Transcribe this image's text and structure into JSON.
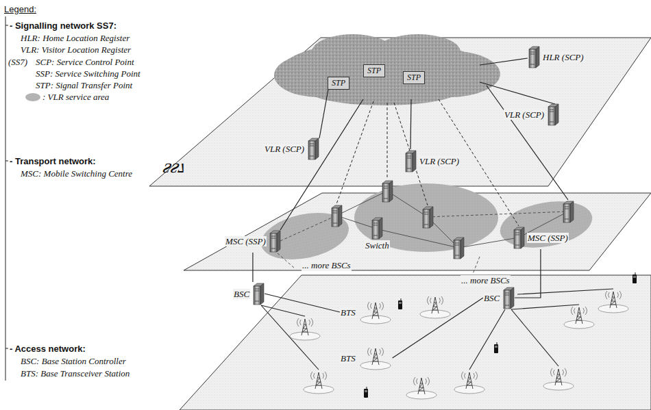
{
  "diagram": {
    "nodes": [
      {
        "text": [
          "STP"
        ]
      },
      {
        "text": [
          "STP"
        ]
      },
      {
        "text": [
          "STP"
        ]
      },
      {
        "text": [
          "HLR (SCP)"
        ]
      },
      {
        "text": [
          "VLR (SCP)"
        ]
      },
      {
        "text": [
          "VLR (SCP)"
        ]
      },
      {
        "text": [
          "VLR (SCP)"
        ]
      },
      {
        "text": [
          "MSC (SSP)"
        ]
      },
      {
        "text": [
          "Swicth"
        ]
      },
      {
        "text": [
          "MSC (SSP)"
        ]
      },
      {
        "text": [
          "BSC"
        ]
      },
      {
        "text": [
          "BTS"
        ]
      },
      {
        "text": [
          "BSC"
        ]
      },
      {
        "text": [
          "BTS"
        ]
      }
    ],
    "edges": [
      {
        "from": 7,
        "to": 10,
        "arrow": "none"
      },
      {
        "from": 9,
        "to": 12,
        "arrow": "none"
      },
      {
        "from": 10,
        "to": 11,
        "arrow": "none"
      },
      {
        "from": 12,
        "to": 13,
        "arrow": "none"
      }
    ],
    "labels": [
      "Legend:",
      "- Signalling network SS7:",
      "HLR: Home Location Register",
      "VLR: Visitor Location Register",
      "(SS7)",
      "SCP: Service Control Point",
      "SSP: Service Switching Point",
      "STP: Signal Transfer Point",
      "- Transport network:",
      "MSC: Mobile Switching Centre",
      "- Access network:",
      "BSC: Base Station Controller",
      "BTS: Base Transceiver Station",
      "SS7",
      "... more BSCs",
      "... more BSCs"
    ],
    "legend": [
      {
        "text": ": VLR service area",
        "color": "#b3b3b3"
      }
    ]
  }
}
